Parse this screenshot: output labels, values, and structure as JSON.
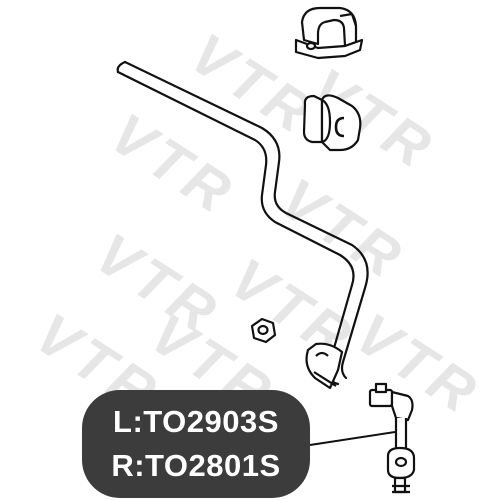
{
  "watermark": {
    "text": "VTR",
    "color": "#e6e6e6"
  },
  "parts": [
    {
      "side_label": "L:TO2903S"
    },
    {
      "side_label": "R:TO2801S"
    }
  ],
  "colors": {
    "label_bg": "#3c3c3c",
    "label_text": "#ffffff",
    "line": "#111111"
  },
  "components": [
    "bushing-clamp-icon",
    "bushing-icon",
    "stabilizer-bar",
    "nut-icon",
    "stabilizer-link-icon"
  ]
}
